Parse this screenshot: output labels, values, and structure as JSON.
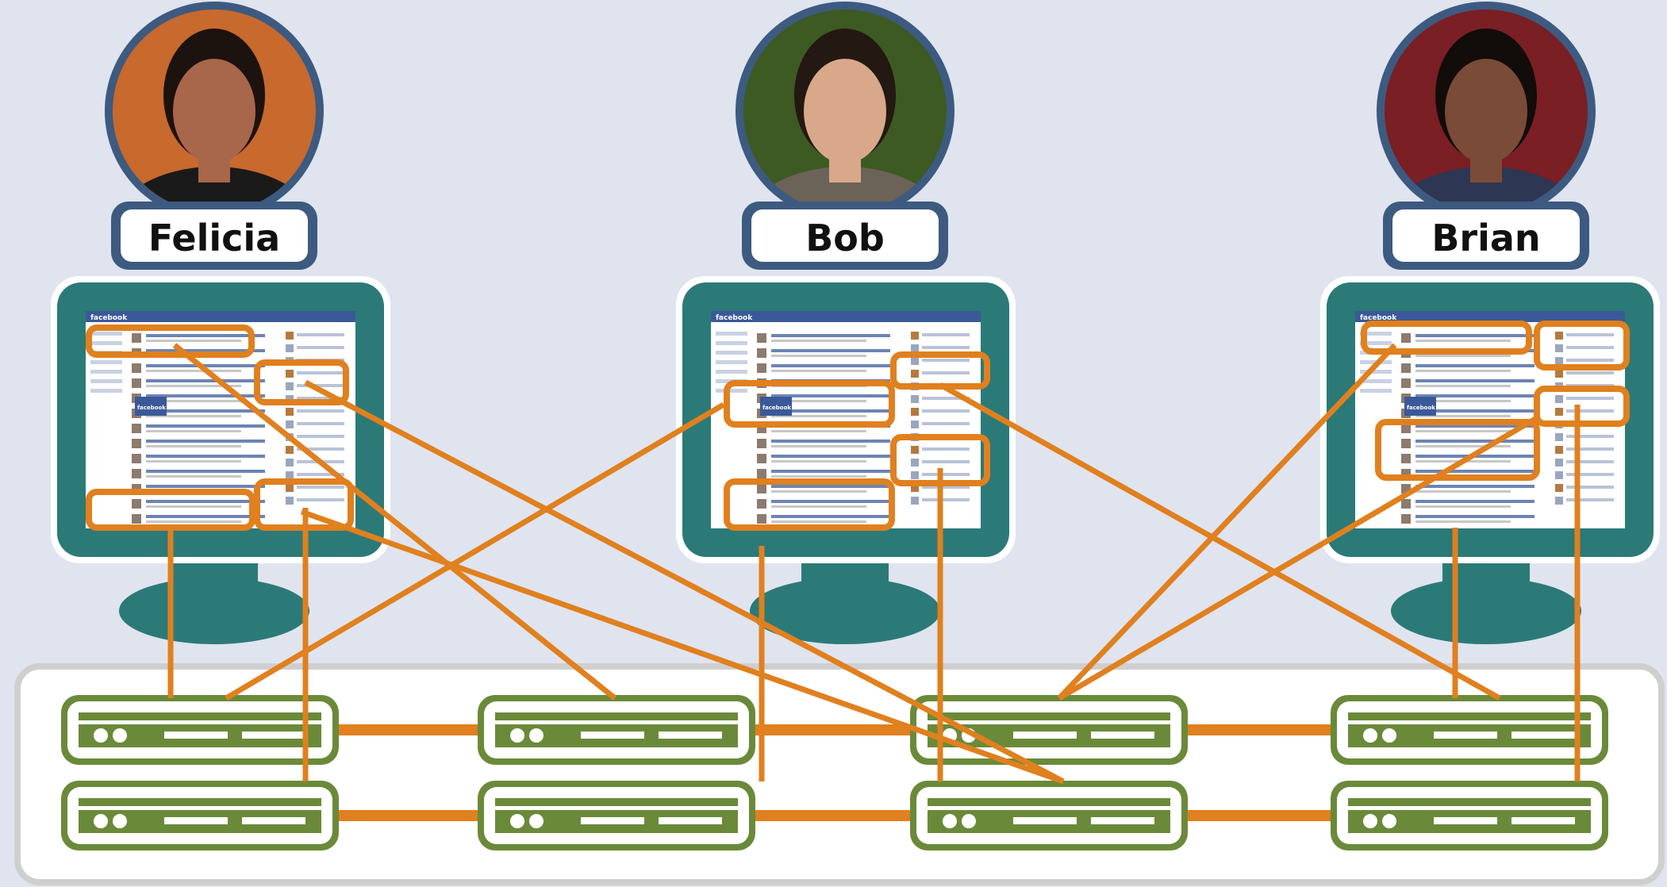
{
  "users": [
    {
      "name": "Felicia",
      "skin": "#a8664a",
      "hair": "#1c120e",
      "shirt": "#1a1a1a",
      "backdrop": "#c8692e"
    },
    {
      "name": "Bob",
      "skin": "#d9a88a",
      "hair": "#241812",
      "shirt": "#6b6357",
      "backdrop": "#3d5a22"
    },
    {
      "name": "Brian",
      "skin": "#7a4b36",
      "hair": "#120c0a",
      "shirt": "#2d3652",
      "backdrop": "#7a1f24"
    }
  ],
  "screen": {
    "logo": "facebook",
    "ad_label": "facebook"
  },
  "colors": {
    "background": "#dfe4ef",
    "monitor": "#2b7a78",
    "monitor_outline": "#ffffff",
    "name_border": "#3d5a80",
    "highlight": "#e0801e",
    "server": "#6a8a3a",
    "rack_border": "#cfcfcf",
    "fb_blue": "#3b5998"
  }
}
